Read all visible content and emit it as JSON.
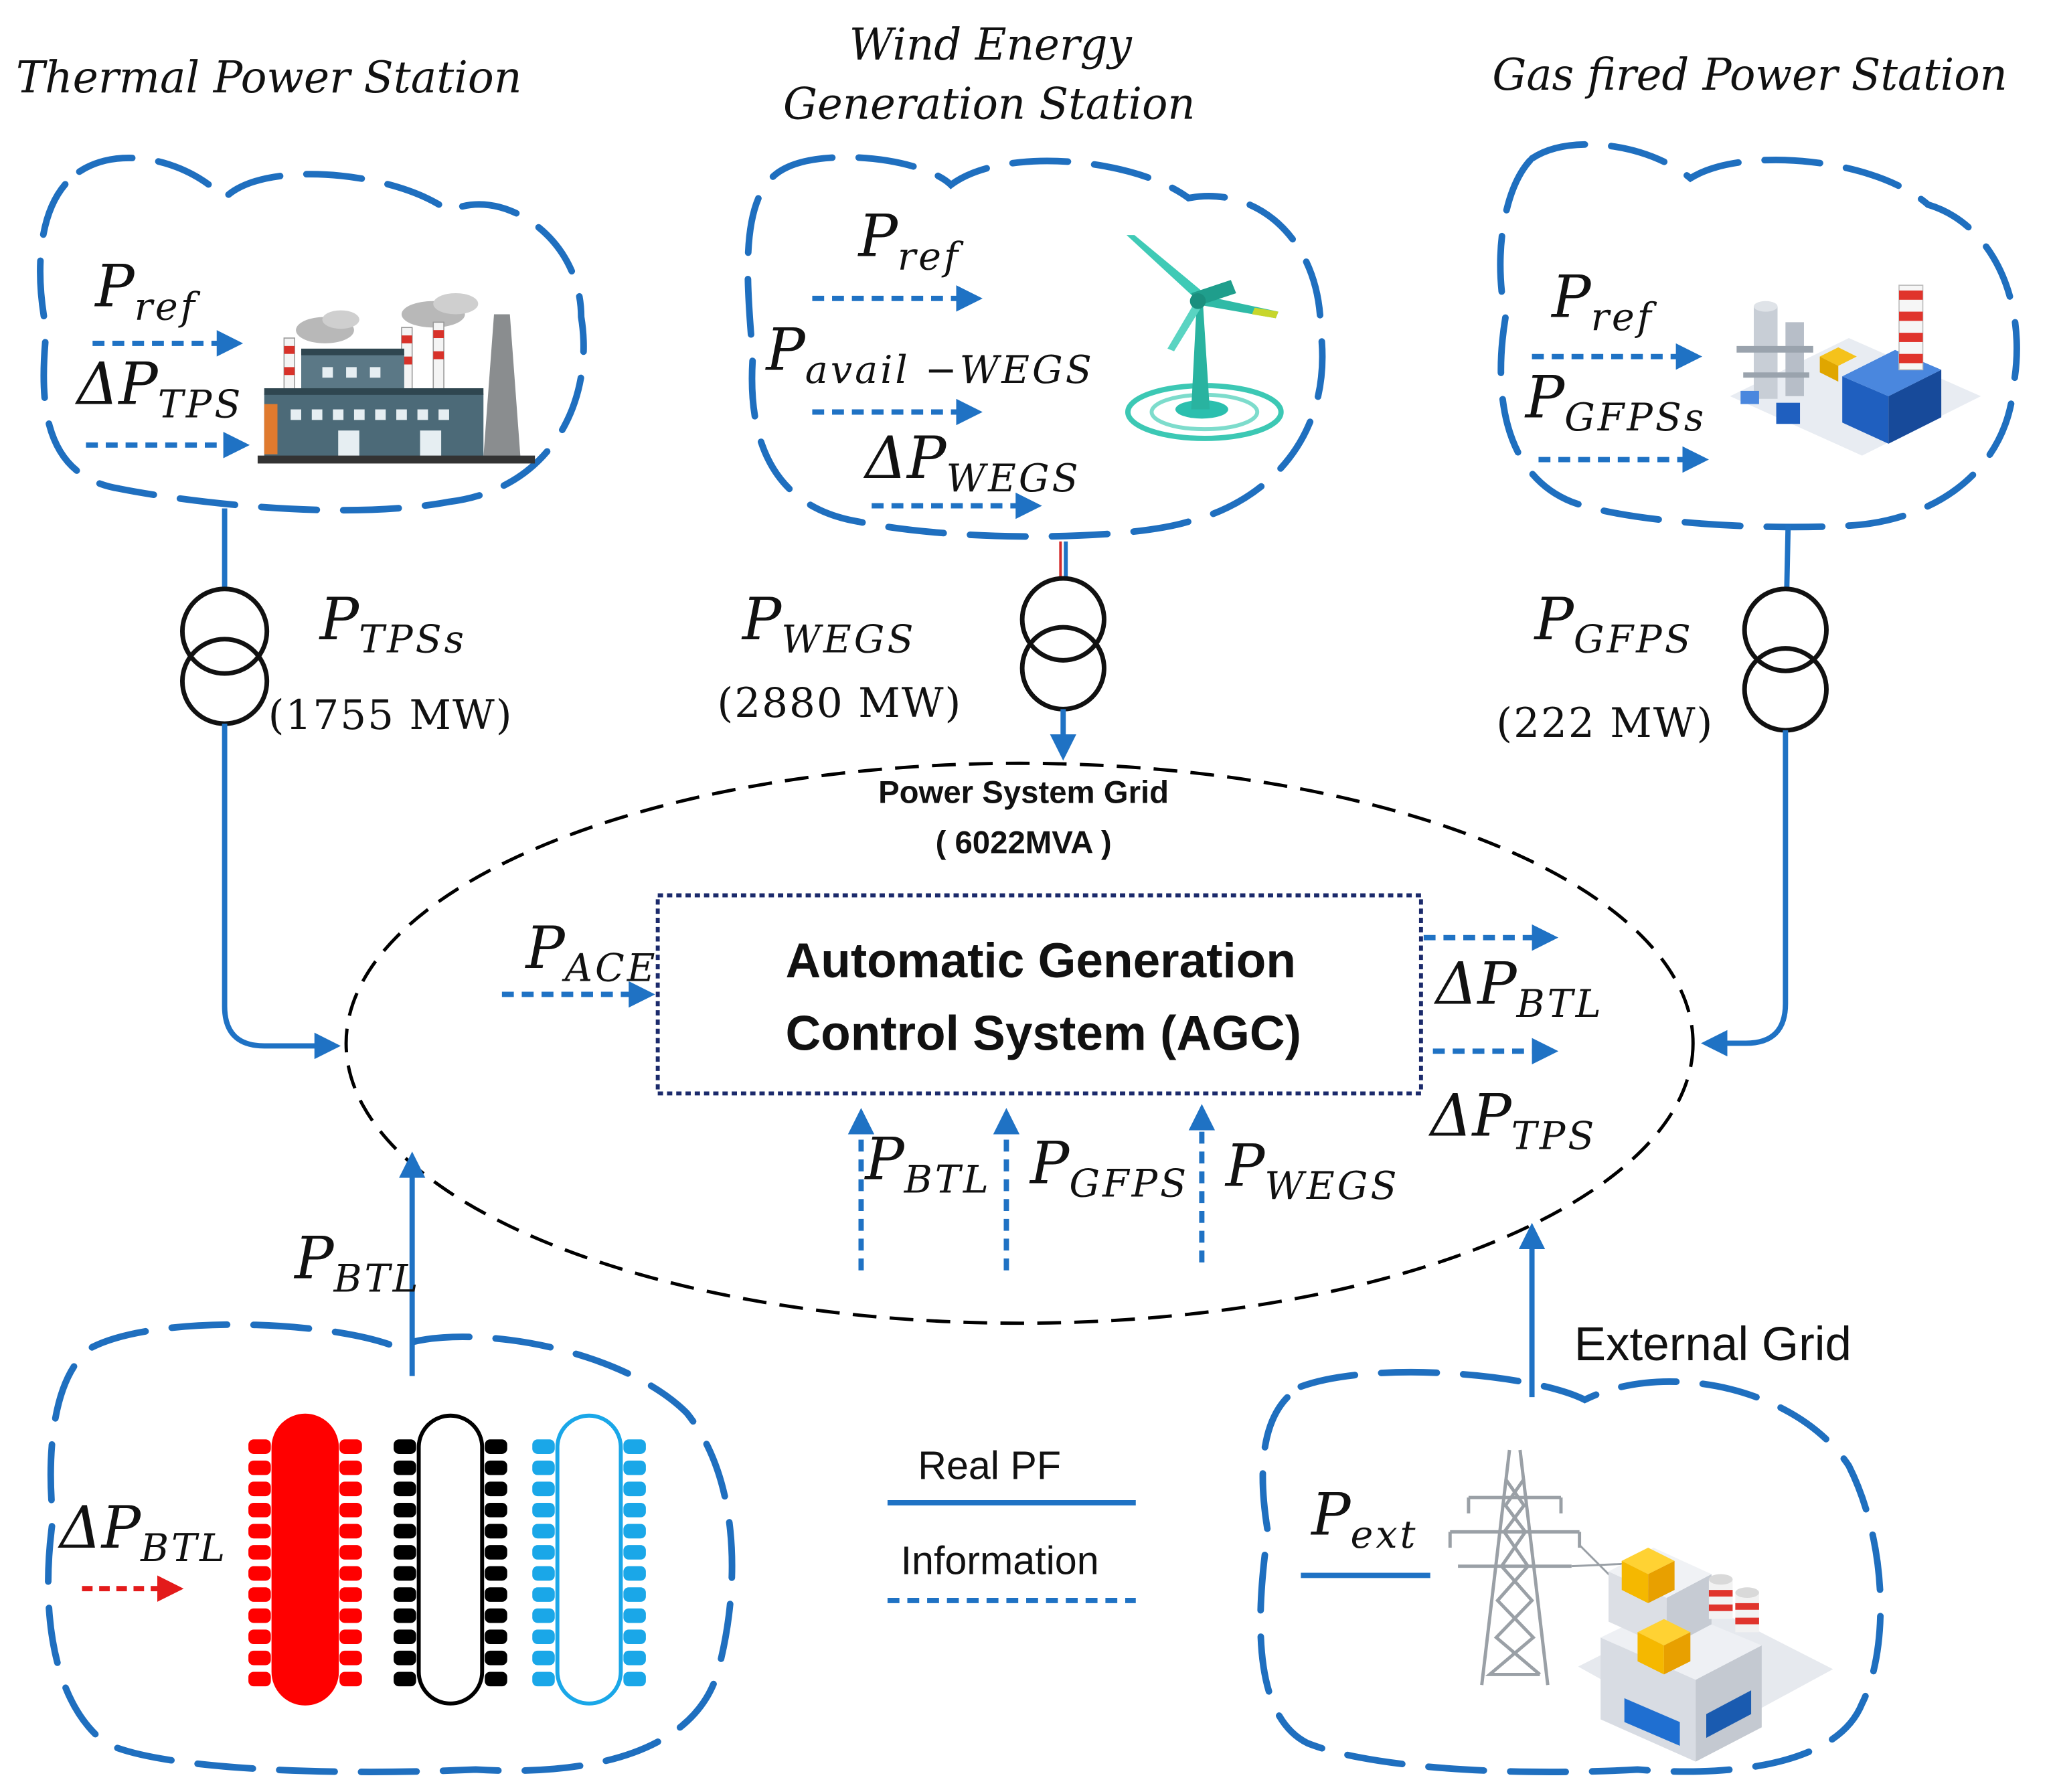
{
  "stations": {
    "thermal": {
      "title": "Thermal Power Station",
      "inputs": [
        {
          "base": "P",
          "sub": "ref"
        },
        {
          "base": "ΔP",
          "sub": "TPS"
        }
      ],
      "output": {
        "base": "P",
        "sub": "TPSs"
      },
      "rating": "(1755 MW)"
    },
    "wind": {
      "title_lines": [
        "Wind Energy",
        "Generation Station"
      ],
      "inputs": [
        {
          "base": "P",
          "sub": "ref"
        },
        {
          "base": "P",
          "sub": "avail −WEGS"
        },
        {
          "base": "ΔP",
          "sub": "WEGS"
        }
      ],
      "output": {
        "base": "P",
        "sub": "WEGS"
      },
      "rating": "(2880 MW)"
    },
    "gas": {
      "title": "Gas fired Power Station",
      "inputs": [
        {
          "base": "P",
          "sub": "ref"
        },
        {
          "base": "P",
          "sub": "GFPSs"
        }
      ],
      "output": {
        "base": "P",
        "sub": "GFPS"
      },
      "rating": "(222 MW)"
    },
    "btl": {
      "input": {
        "base": "ΔP",
        "sub": "BTL"
      },
      "output": {
        "base": "P",
        "sub": "BTL"
      }
    },
    "external": {
      "title": "External Grid",
      "input": {
        "base": "P",
        "sub": "ext"
      }
    }
  },
  "grid": {
    "title": "Power System Grid",
    "rating": "( 6022MVA )"
  },
  "agc": {
    "title_lines": [
      "Automatic Generation",
      "Control System (AGC)"
    ],
    "input": {
      "base": "P",
      "sub": "ACE"
    },
    "outputs": [
      {
        "base": "ΔP",
        "sub": "BTL"
      },
      {
        "base": "ΔP",
        "sub": "TPS"
      }
    ],
    "feedback": [
      {
        "base": "P",
        "sub": "BTL"
      },
      {
        "base": "P",
        "sub": "GFPS"
      },
      {
        "base": "P",
        "sub": "WEGS"
      }
    ]
  },
  "legend": {
    "real_pf": "Real PF",
    "information": "Information"
  },
  "colors": {
    "real_pf": "#1f72c4",
    "information": "#1f72c4",
    "btl_signal": "#e31b1b",
    "grid_boundary": "#000000",
    "agc_border": "#1b2a6b",
    "btl_units": [
      "#ff0000",
      "#000000",
      "#1aa7e8"
    ]
  }
}
